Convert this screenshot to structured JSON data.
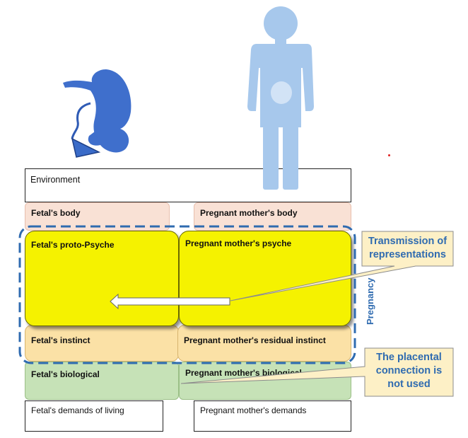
{
  "environment": "Environment",
  "fetal": {
    "body": "Fetal's body",
    "proto_psyche": "Fetal's proto-Psyche",
    "instinct": "Fetal's instinct",
    "biological": "Fetal's biological",
    "demands": "Fetal's demands of living"
  },
  "mother": {
    "body": "Pregnant mother's body",
    "psyche": "Pregnant mother's psyche",
    "residual_instinct": "Pregnant mother's residual instinct",
    "biological": "Pregnant mother's biological",
    "demands": "Pregnant mother's demands"
  },
  "callouts": {
    "transmission_line1": "Transmission of",
    "transmission_line2": "representations",
    "placental_line1": "The placental",
    "placental_line2": "connection is",
    "placental_line3": "not used"
  },
  "pregnancy_label": "Pregnancy",
  "colors": {
    "figure_blue": "#a7c8ec",
    "fetus_blue": "#3f6fcc",
    "callout_text": "#2f6bb0",
    "dashed_border": "#2f6bb0",
    "yellow": "#f5f200",
    "peach": "#fbe1a6",
    "pink": "#f9e1d5",
    "green": "#c6e2b7"
  }
}
